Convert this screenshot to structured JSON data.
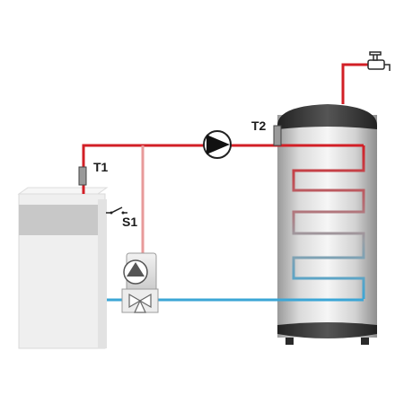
{
  "labels": {
    "t1": "T1",
    "t2": "T2",
    "s1": "S1"
  },
  "colors": {
    "hot_pipe": "#d21f26",
    "return_pipe": "#e89a9a",
    "cold_pipe": "#3ba6d6",
    "sensor": "#9a9a9a",
    "boiler_panel": "#c8c8c8",
    "tank_dark": "#3c3c3c"
  },
  "icons": {
    "circulation_pump": "circulation-pump-icon",
    "mixing_valve": "three-way-valve-icon",
    "tap": "water-tap-icon",
    "switch": "switch-icon"
  }
}
